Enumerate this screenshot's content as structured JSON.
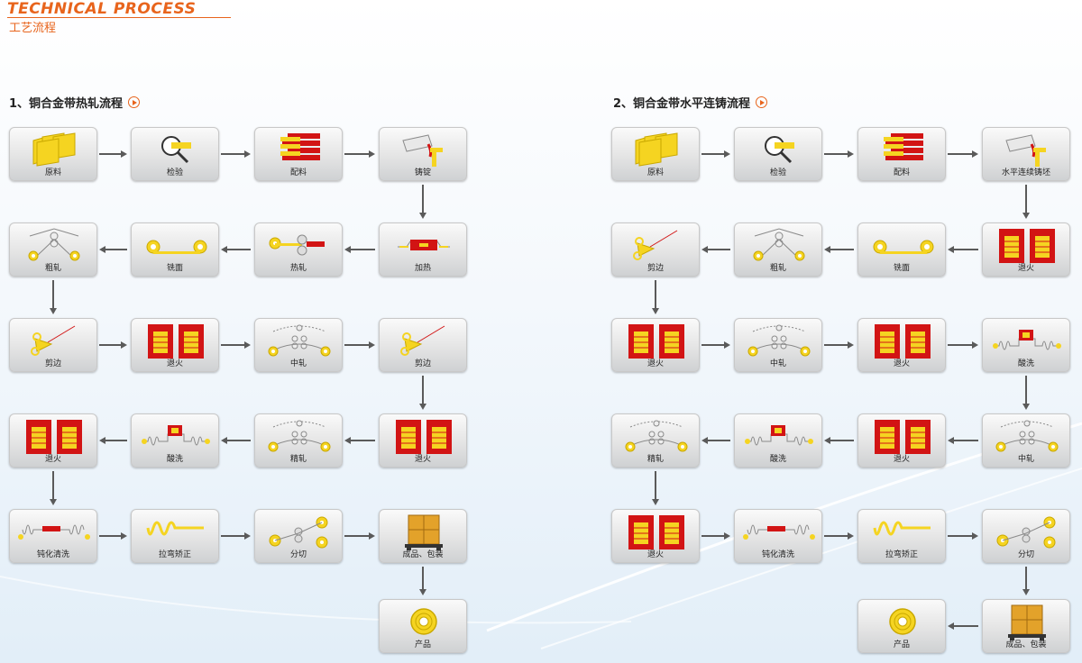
{
  "header": {
    "title_en": "TECHNICAL PROCESS",
    "title_cn": "工艺流程"
  },
  "sections": [
    {
      "title": "1、铜合金带热轧流程",
      "steps": [
        "原料",
        "检验",
        "配料",
        "铸锭",
        "粗轧",
        "铣面",
        "热轧",
        "加热",
        "剪边",
        "退火",
        "中轧",
        "剪边",
        "退火",
        "精轧",
        "酸洗",
        "退火",
        "钝化清洗",
        "拉弯矫正",
        "分切",
        "成品、包装",
        "产品"
      ],
      "icons": [
        "material",
        "inspect",
        "batch",
        "ingot",
        "roll",
        "coil",
        "hotroll",
        "heat",
        "shear",
        "anneal",
        "midroll",
        "shear",
        "anneal",
        "midroll",
        "pickle",
        "anneal",
        "passivate",
        "straighten",
        "slit",
        "package",
        "product"
      ]
    },
    {
      "title": "2、铜合金带水平连铸流程",
      "steps": [
        "原料",
        "检验",
        "配料",
        "水平连续铸坯",
        "剪边",
        "粗轧",
        "铣面",
        "退火",
        "退火",
        "中轧",
        "退火",
        "酸洗",
        "退火",
        "酸洗",
        "退火",
        "中轧",
        "精轧",
        "退火",
        "钝化清洗",
        "拉弯矫正",
        "分切",
        "产品",
        "成品、包装"
      ],
      "icons": [
        "material",
        "inspect",
        "batch",
        "ingot",
        "shear",
        "roll",
        "coil",
        "anneal",
        "anneal",
        "midroll",
        "anneal",
        "pickle",
        "midroll",
        "pickle",
        "anneal",
        "midroll",
        "anneal",
        "passivate",
        "straighten",
        "slit",
        "product",
        "package"
      ]
    }
  ],
  "colors": {
    "accent": "#e8641c",
    "red": "#d21414",
    "yellow": "#f5d421",
    "arrow": "#5a5a5a"
  }
}
